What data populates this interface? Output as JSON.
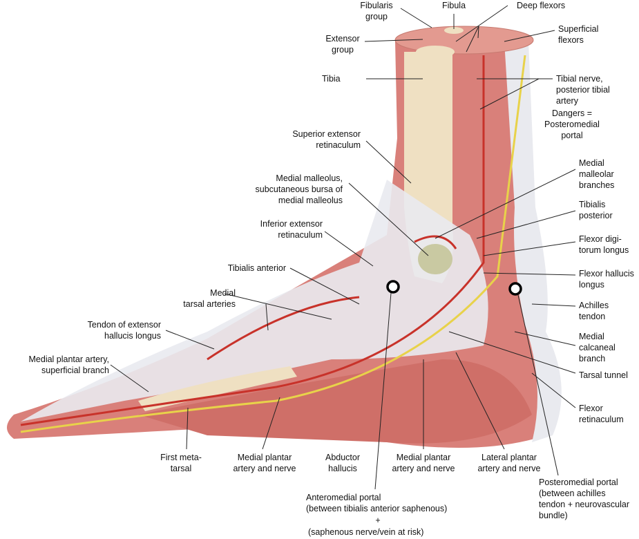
{
  "labels": {
    "fibularis_group": "Fibularis\ngroup",
    "fibula": "Fibula",
    "deep_flexors": "Deep flexors",
    "extensor_group": "Extensor\ngroup",
    "superficial_flexors": "Superficial\nflexors",
    "tibia": "Tibia",
    "tibial_nerve": "Tibial nerve,\nposterior tibial\nartery",
    "dangers": "Dangers = Posteromedial\nportal",
    "superior_extensor_retinaculum": "Superior extensor\nretinaculum",
    "medial_malleolus": "Medial malleolus,\nsubcutaneous bursa of\nmedial malleolus",
    "inferior_extensor_retinaculum": "Inferior extensor\nretinaculum",
    "tibialis_anterior": "Tibialis anterior",
    "medial_tarsal_arteries": "Medial\ntarsal arteries",
    "tendon_ehl": "Tendon of extensor\nhallucis longus",
    "medial_plantar_superficial": "Medial plantar artery,\nsuperficial branch",
    "medial_malleolar_branches": "Medial\nmalleolar\nbranches",
    "tibialis_posterior": "Tibialis\nposterior",
    "fdl": "Flexor digi-\ntorum longus",
    "fhl": "Flexor hallucis\nlongus",
    "achilles": "Achilles\ntendon",
    "medial_calcaneal": "Medial\ncalcaneal\nbranch",
    "tarsal_tunnel": "Tarsal tunnel",
    "flexor_retinaculum": "Flexor\nretinaculum",
    "first_metatarsal": "First meta-\ntarsal",
    "medial_plantar_an_1": "Medial plantar\nartery and nerve",
    "abductor_hallucis": "Abductor\nhallucis",
    "medial_plantar_an_2": "Medial plantar\nartery and nerve",
    "lateral_plantar_an": "Lateral plantar\nartery and nerve",
    "posteromedial_portal": "Posteromedial portal\n(between achilles\ntendon + neurovascular\nbundle)",
    "anteromedial_portal": "Anteromedial portal\n(between tibialis anterior saphenous)",
    "plus": "+",
    "saphenous_risk": "(saphenous nerve/vein at risk)"
  },
  "colors": {
    "muscle": "#d9807a",
    "bone": "#efe0c2",
    "tendon": "#e9eaef",
    "nerve": "#e8d24a",
    "artery": "#c8322a"
  }
}
